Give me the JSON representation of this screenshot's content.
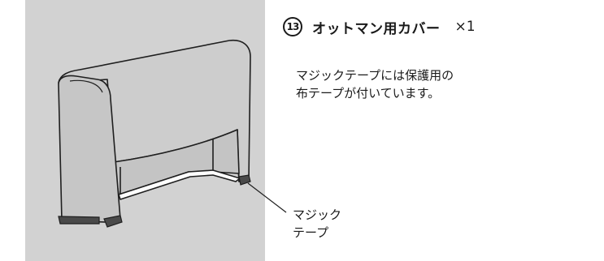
{
  "item": {
    "number": "13",
    "title": "オットマン用カバー",
    "quantity": "×1"
  },
  "description": {
    "line1": "マジックテープには保護用の",
    "line2": "布テープが付いています。"
  },
  "callout": {
    "line1": "マジック",
    "line2": "テープ"
  },
  "colors": {
    "panel_background": "#d2d2d2",
    "cover_fill": "#c9c9c9",
    "velcro_tab": "#4a4a4a"
  }
}
